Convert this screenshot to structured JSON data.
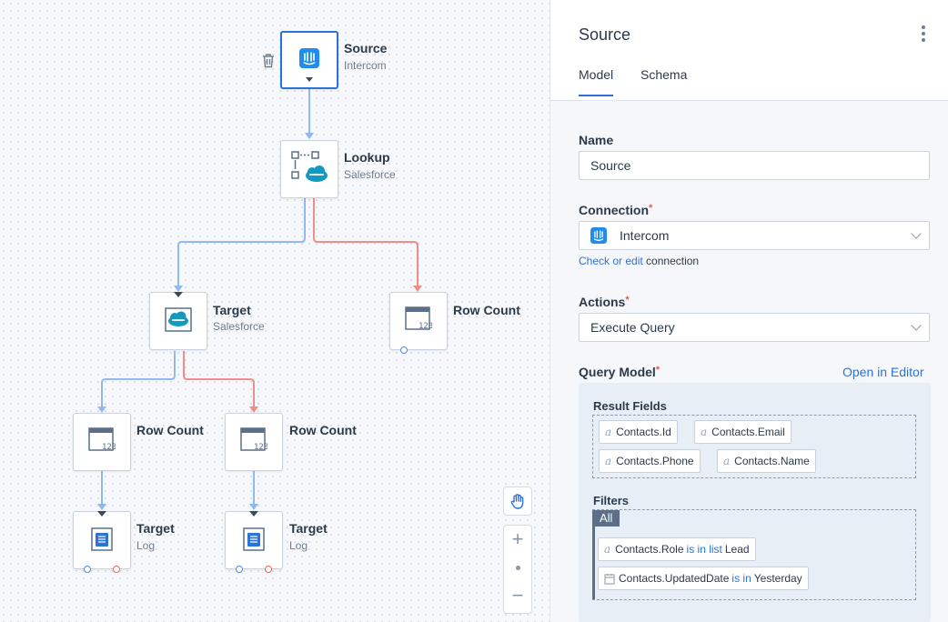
{
  "canvas": {
    "nodes": {
      "source": {
        "title": "Source",
        "subtitle": "Intercom"
      },
      "lookup": {
        "title": "Lookup",
        "subtitle": "Salesforce"
      },
      "target_sf": {
        "title": "Target",
        "subtitle": "Salesforce"
      },
      "rowcount_1": {
        "title": "Row Count"
      },
      "rowcount_2": {
        "title": "Row Count"
      },
      "rowcount_3": {
        "title": "Row Count"
      },
      "target_log_1": {
        "title": "Target",
        "subtitle": "Log"
      },
      "target_log_2": {
        "title": "Target",
        "subtitle": "Log"
      }
    },
    "edge_colors": {
      "success": "#7fb0ee",
      "error": "#ef8e86"
    },
    "controls": {
      "zoom_in": "+",
      "zoom_out": "−"
    }
  },
  "panel": {
    "title": "Source",
    "tabs": [
      {
        "label": "Model",
        "active": true
      },
      {
        "label": "Schema",
        "active": false
      }
    ],
    "name": {
      "label": "Name",
      "value": "Source"
    },
    "connection": {
      "label": "Connection",
      "required_mark": "*",
      "value": "Intercom",
      "hint_link": "Check or edit",
      "hint_text": "connection"
    },
    "actions": {
      "label": "Actions",
      "required_mark": "*",
      "value": "Execute Query"
    },
    "query_model": {
      "label": "Query Model",
      "required_mark": "*",
      "open_editor": "Open in Editor",
      "result_fields_label": "Result Fields",
      "result_fields": [
        "Contacts.Id",
        "Contacts.Email",
        "Contacts.Phone",
        "Contacts.Name"
      ],
      "filters_label": "Filters",
      "filter_group": "All",
      "filters": [
        {
          "field": "Contacts.Role",
          "operator": "is in list",
          "value": "Lead"
        },
        {
          "field": "Contacts.UpdatedDate",
          "operator": "is in",
          "value": "Yesterday"
        }
      ]
    }
  },
  "colors": {
    "accent": "#2a73d9",
    "required": "#e05b4f",
    "salesforce": "#1798c1",
    "intercom": "#1f8ded"
  }
}
